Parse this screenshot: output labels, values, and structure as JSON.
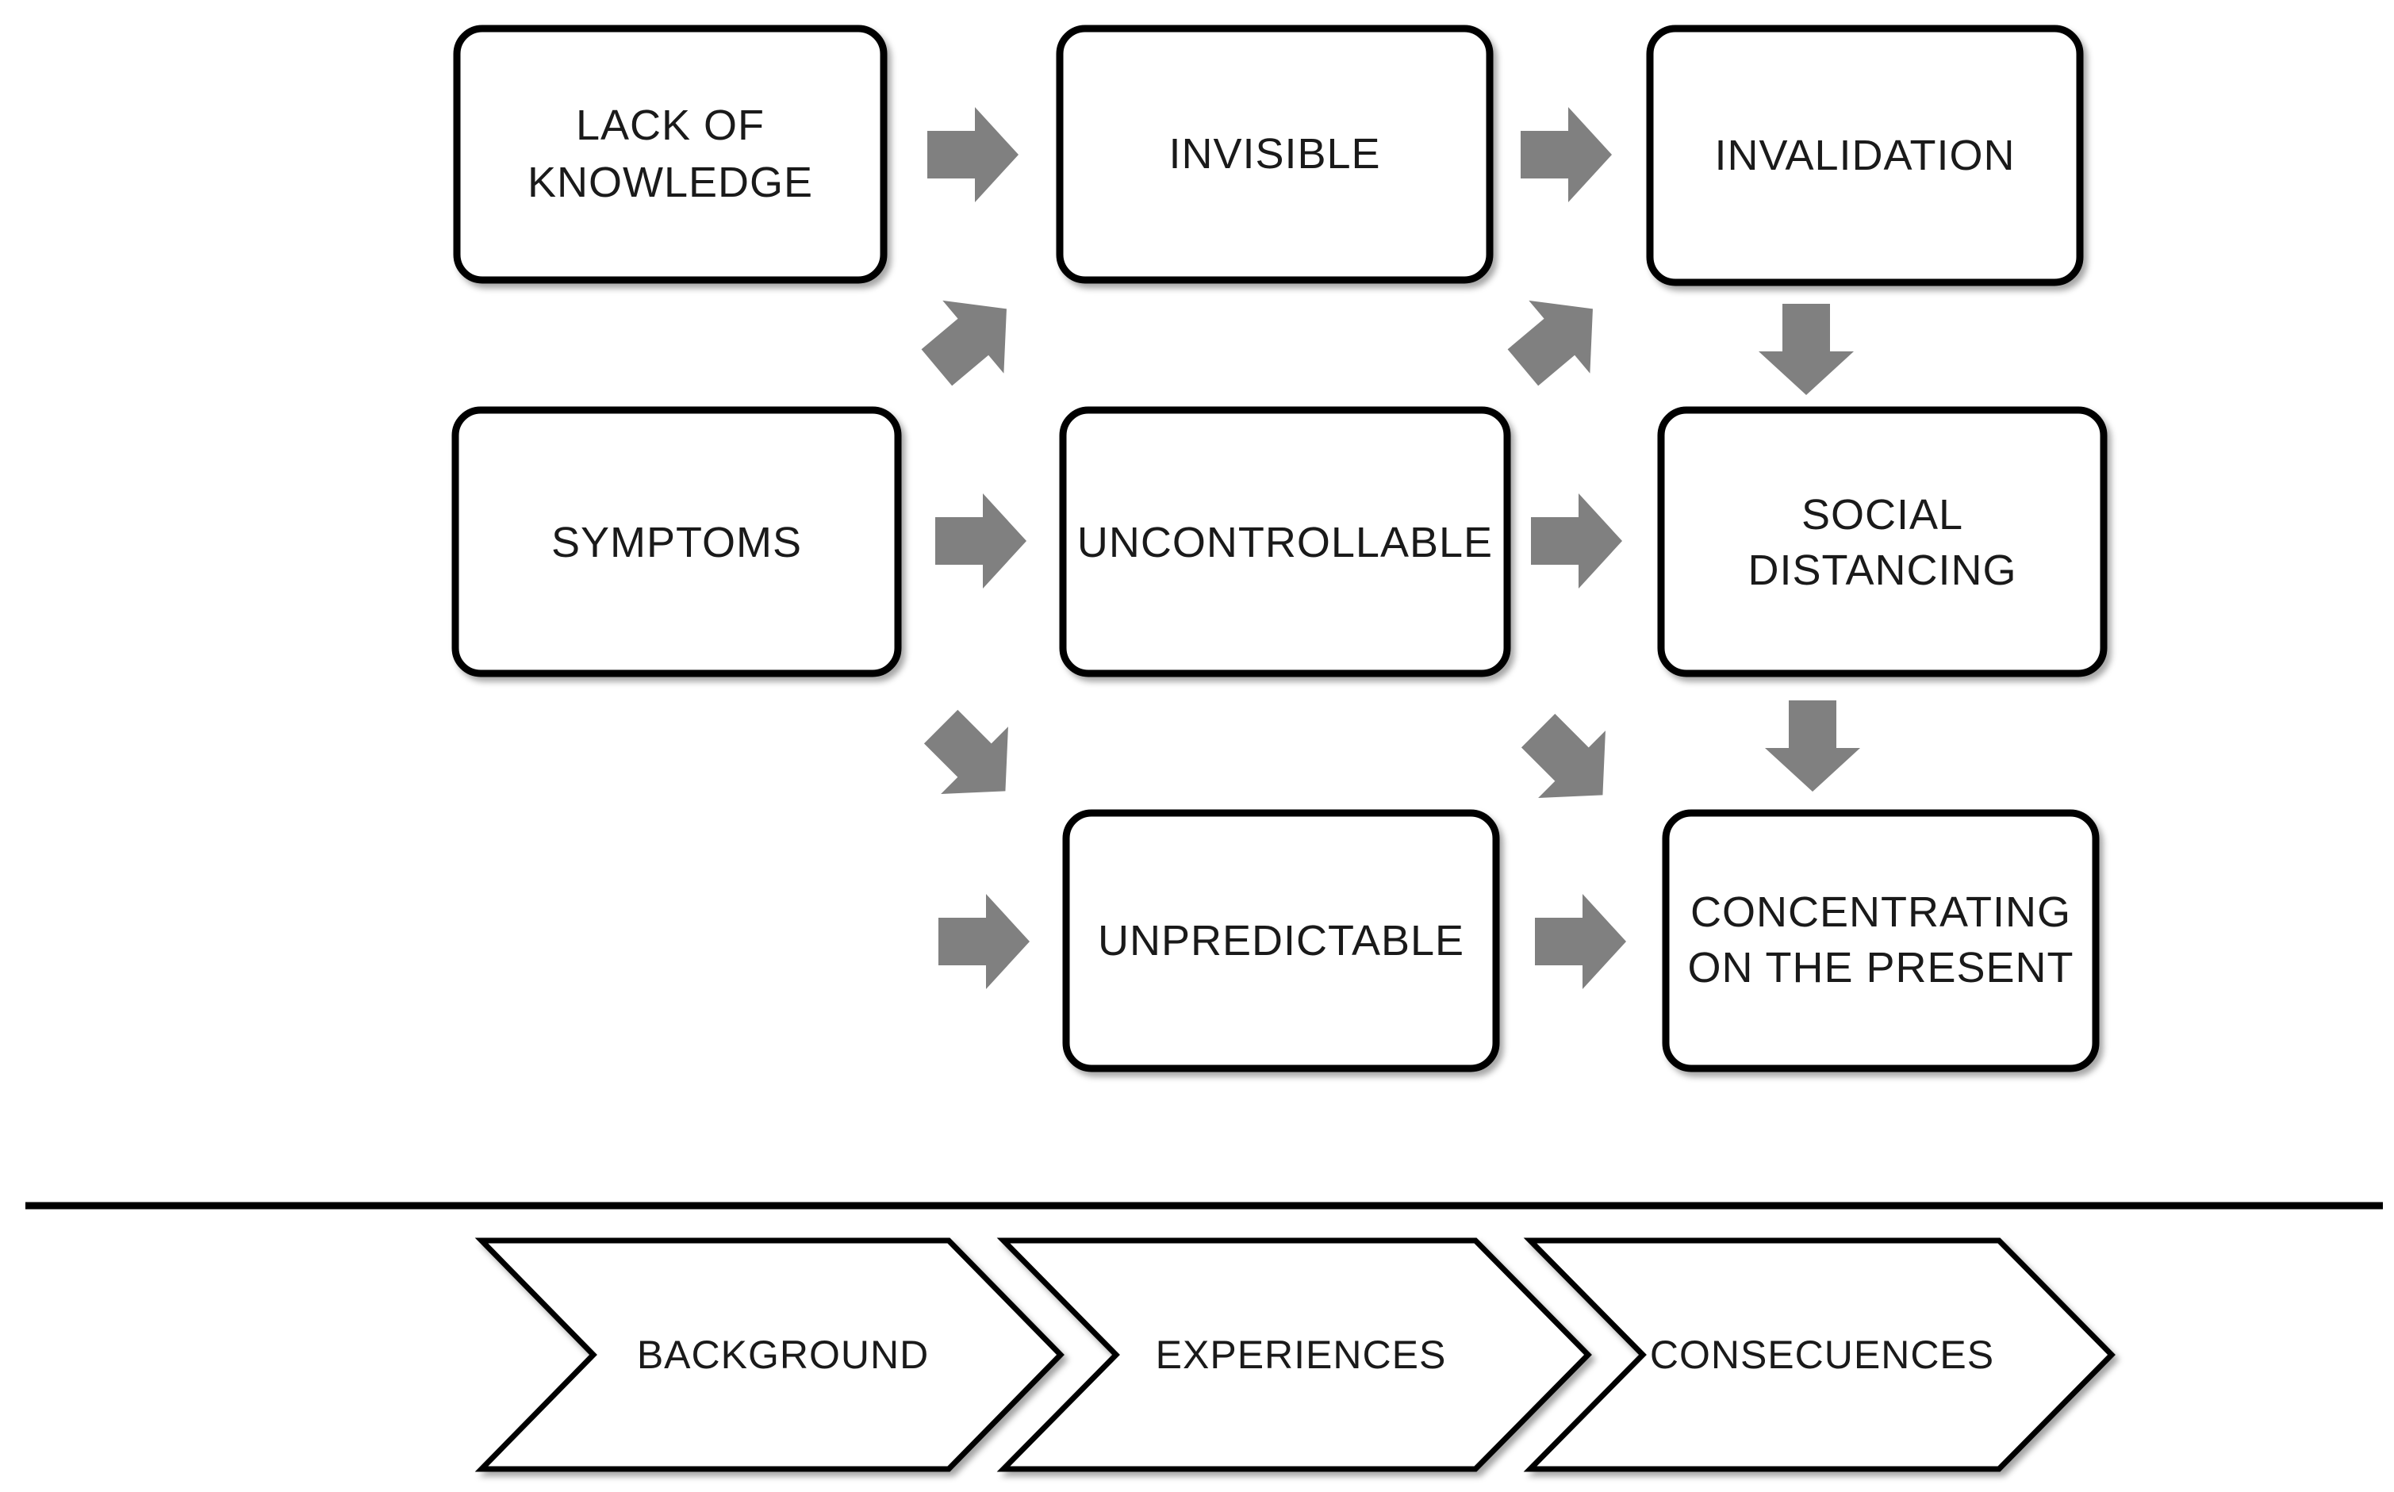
{
  "nodes": {
    "lack_of_knowledge": {
      "lines": [
        "LACK OF",
        "KNOWLEDGE"
      ]
    },
    "invisible": {
      "lines": [
        "INVISIBLE"
      ]
    },
    "invalidation": {
      "lines": [
        "INVALIDATION"
      ]
    },
    "symptoms": {
      "lines": [
        "SYMPTOMS"
      ]
    },
    "uncontrollable": {
      "lines": [
        "UNCONTROLLABLE"
      ]
    },
    "social_distancing": {
      "lines": [
        "SOCIAL",
        "DISTANCING"
      ]
    },
    "unpredictable": {
      "lines": [
        "UNPREDICTABLE"
      ]
    },
    "concentrating": {
      "lines": [
        "CONCENTRATING",
        "ON THE PRESENT"
      ]
    }
  },
  "stages": [
    {
      "label": "BACKGROUND"
    },
    {
      "label": "EXPERIENCES"
    },
    {
      "label": "CONSECUENCES"
    }
  ],
  "colors": {
    "arrow": "#808080",
    "box_border": "#000000",
    "text": "#1a1a1a"
  }
}
